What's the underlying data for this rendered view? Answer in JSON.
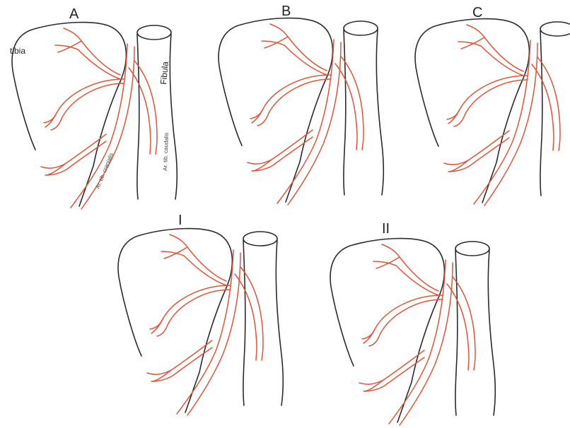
{
  "panels": [
    {
      "key": "A",
      "label": "A"
    },
    {
      "key": "B",
      "label": "B"
    },
    {
      "key": "C",
      "label": "C"
    },
    {
      "key": "I",
      "label": "I"
    },
    {
      "key": "II",
      "label": "II"
    }
  ],
  "annotations": {
    "tibia": "tibia",
    "fibula": "Fibula",
    "artery_cranial": "Ar. tib. cranialis",
    "artery_caudal": "Ar. tib. caudalis"
  },
  "colors": {
    "bone_outline": "#2b2b2b",
    "artery": "#e0533a"
  }
}
